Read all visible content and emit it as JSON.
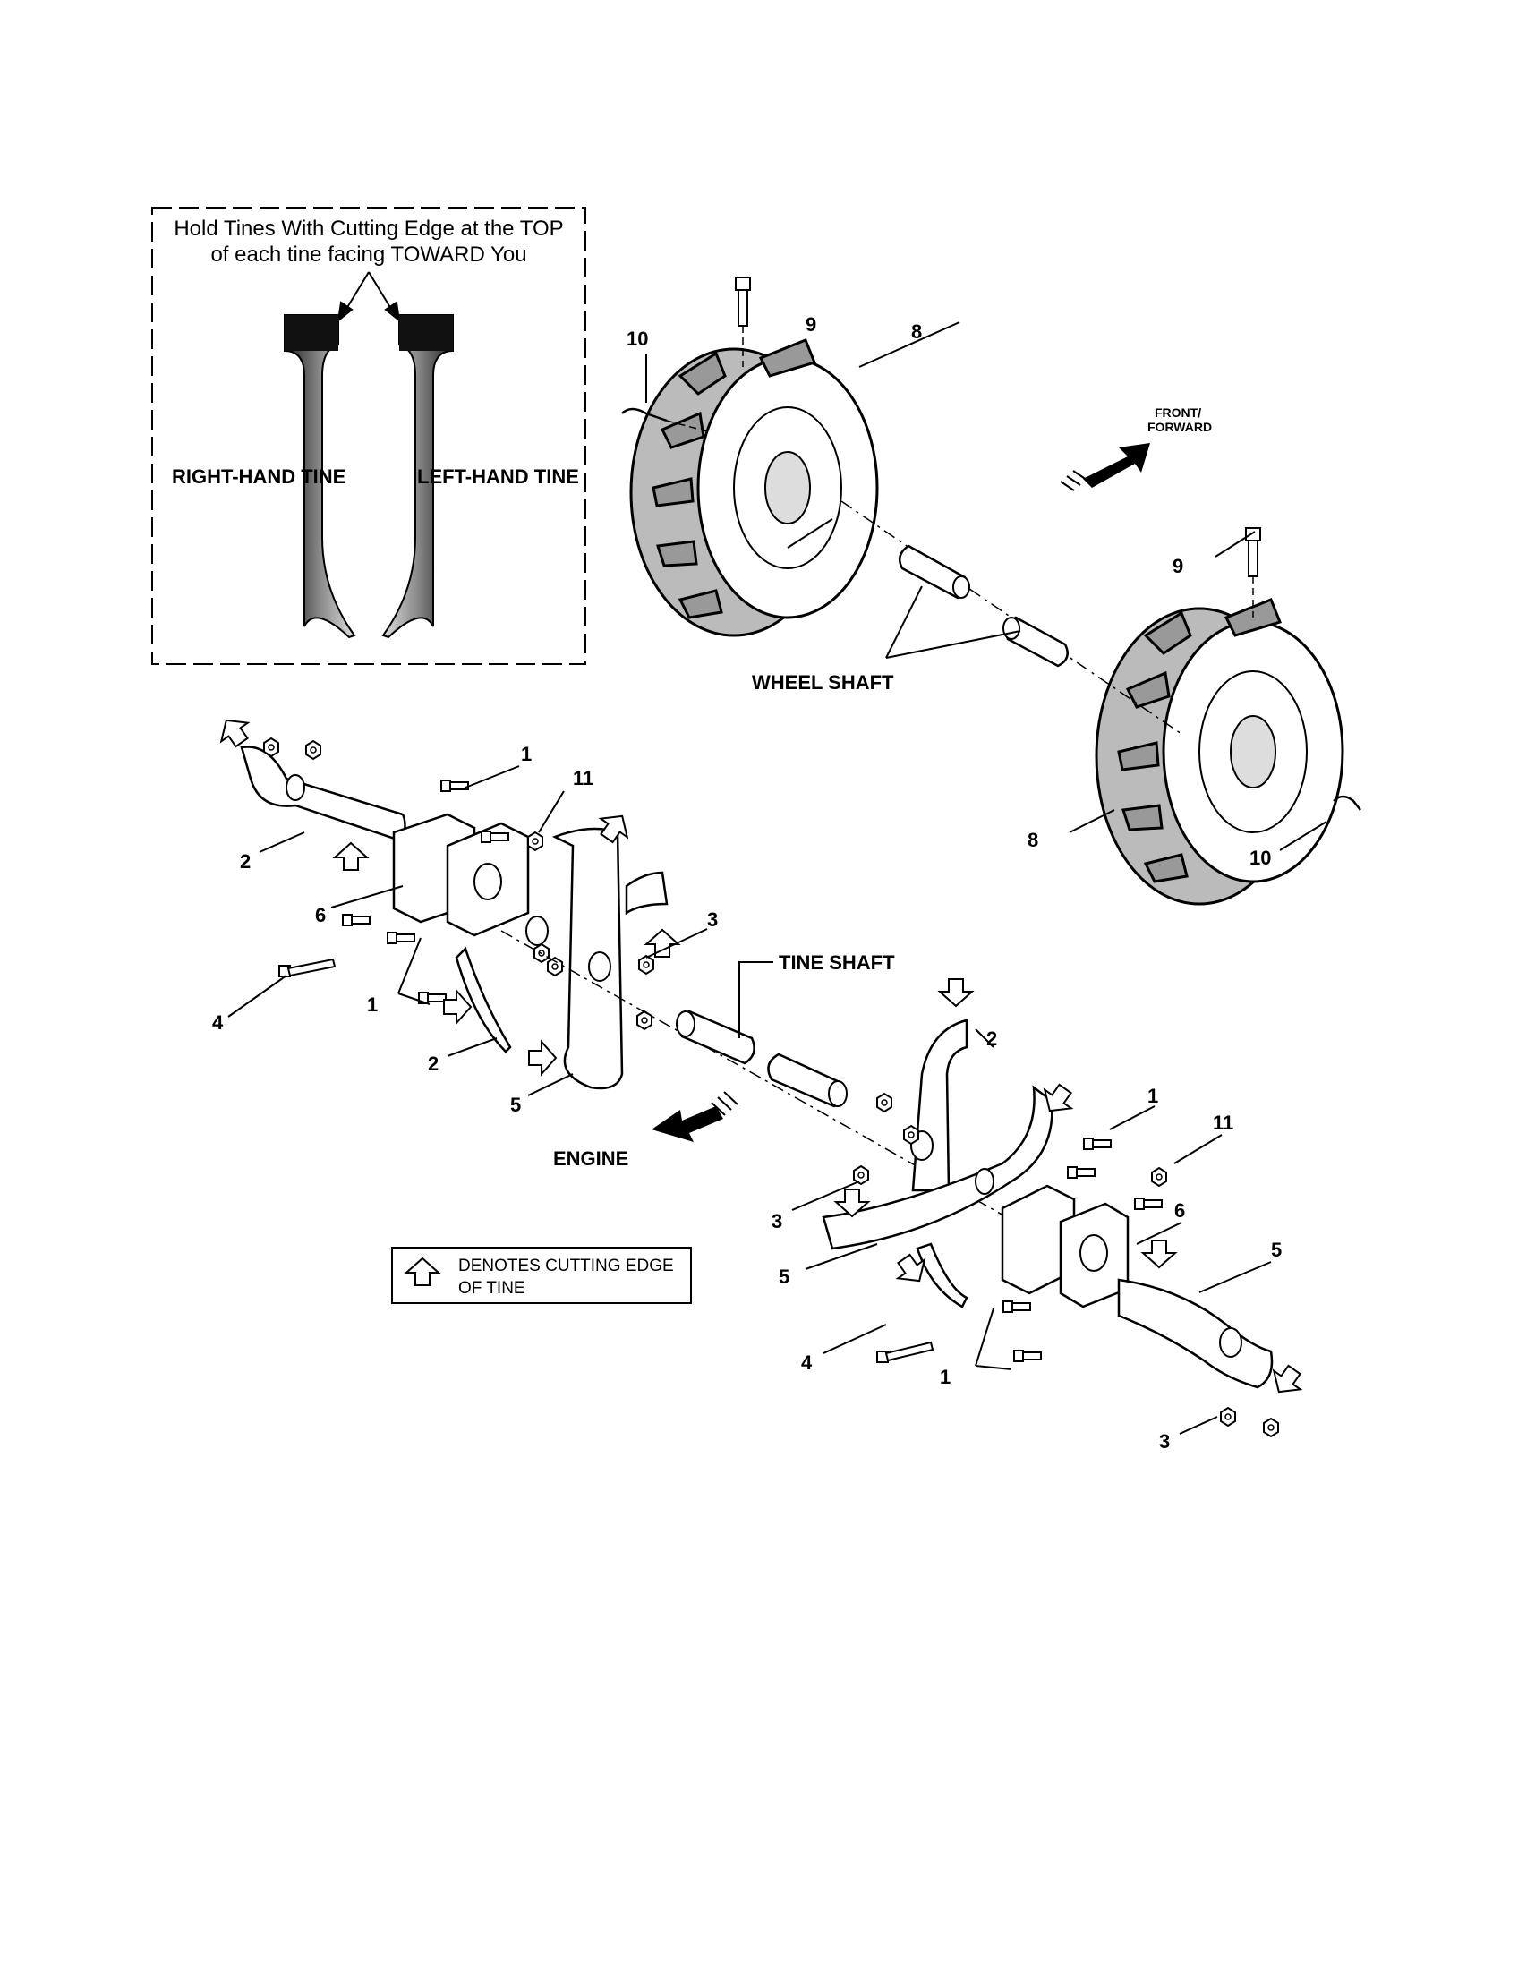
{
  "inset": {
    "line1": "Hold Tines With Cutting Edge at the TOP",
    "line2": "of each tine facing TOWARD You",
    "right_label": "RIGHT-HAND TINE",
    "left_label": "LEFT-HAND TINE"
  },
  "labels": {
    "front_forward_1": "FRONT/",
    "front_forward_2": "FORWARD",
    "wheel_shaft": "WHEEL SHAFT",
    "tine_shaft": "TINE SHAFT",
    "engine": "ENGINE"
  },
  "legend": {
    "line1": "DENOTES CUTTING EDGE",
    "line2": "OF TINE"
  },
  "callouts": [
    "1",
    "2",
    "3",
    "4",
    "5",
    "6",
    "8",
    "9",
    "10",
    "11"
  ]
}
